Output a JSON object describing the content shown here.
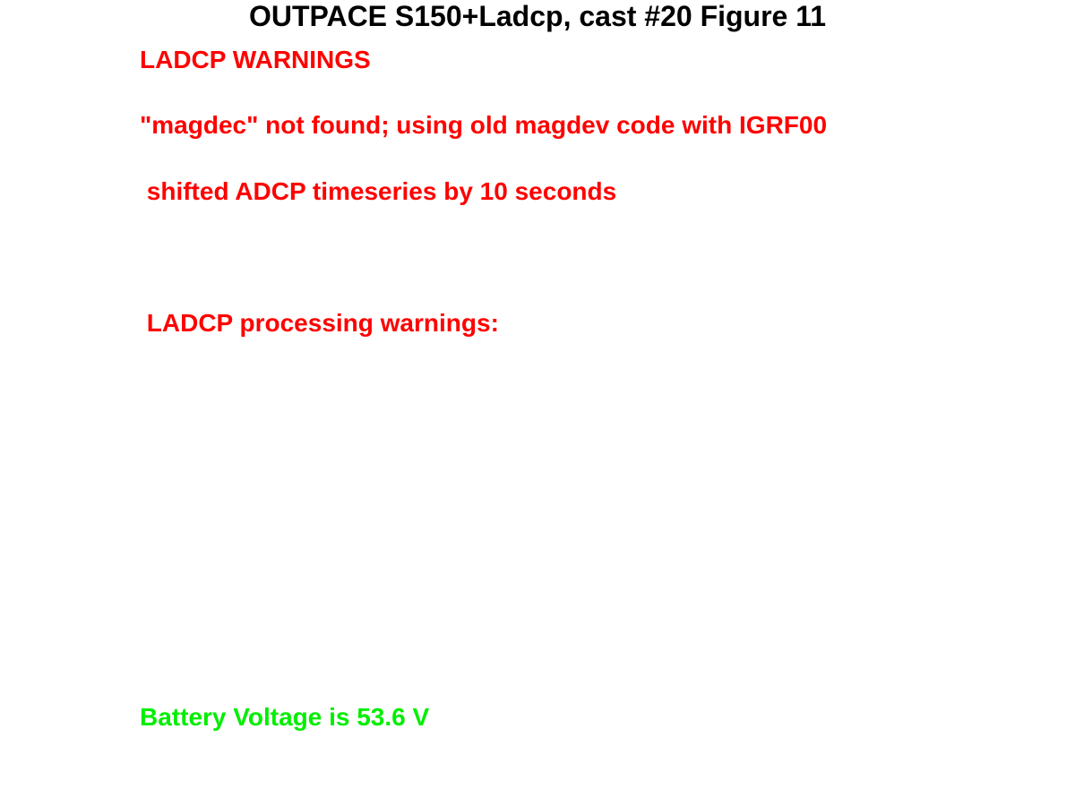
{
  "title": "OUTPACE S150+Ladcp, cast #20 Figure 11",
  "warnings_heading": "LADCP WARNINGS",
  "warnings": [
    "\"magdec\" not found; using old magdev code with IGRF00",
    " shifted ADCP timeseries by 10 seconds"
  ],
  "processing_heading": " LADCP processing warnings:",
  "battery": "Battery Voltage is 53.6 V",
  "colors": {
    "title": "#000000",
    "warning": "#ff0000",
    "ok": "#00ee00"
  }
}
